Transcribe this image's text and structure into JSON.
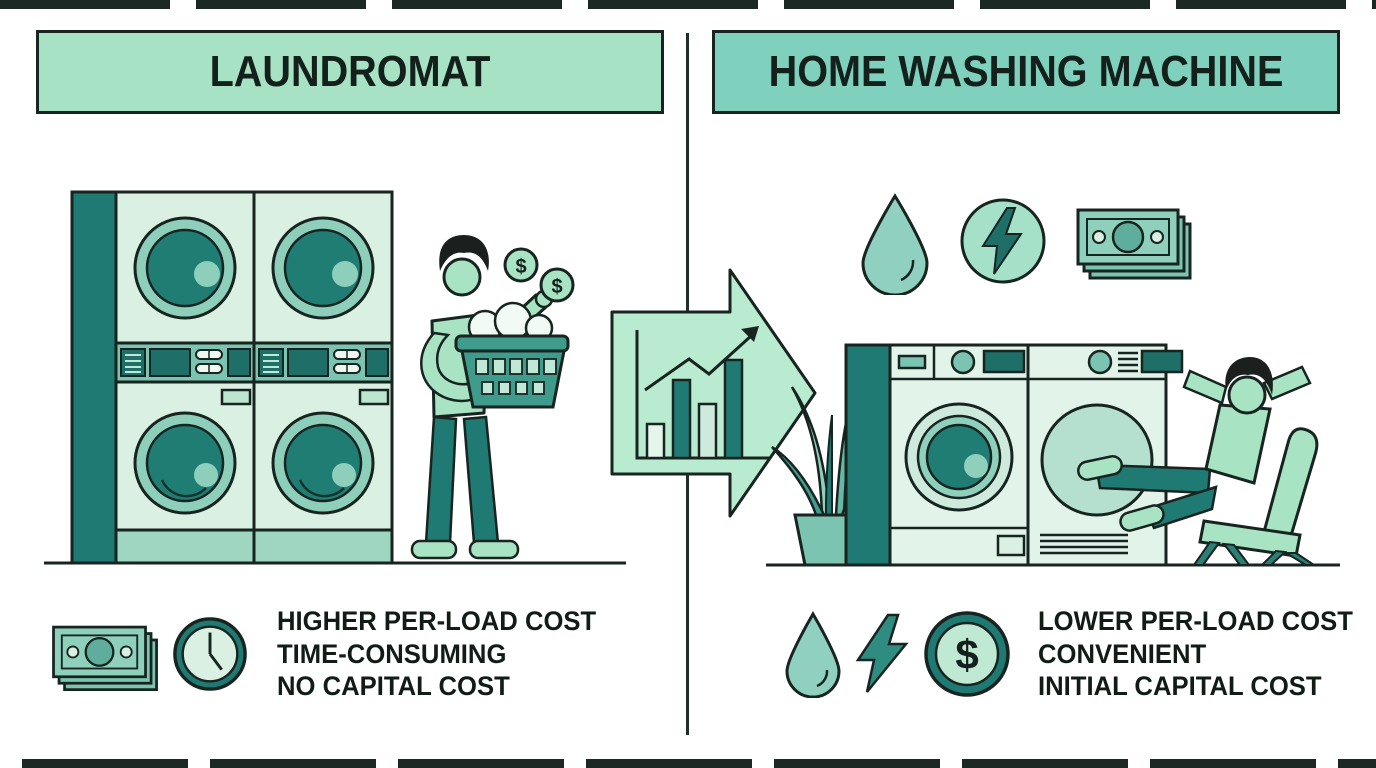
{
  "header": {
    "left_title": "LAUNDROMAT",
    "right_title": "HOME WASHING MACHINE"
  },
  "left": {
    "features": [
      "HIGHER PER-LOAD COST",
      "TIME-CONSUMING",
      "NO CAPITAL COST"
    ],
    "feature_icons": [
      "cash-stack",
      "clock"
    ],
    "illustration_icons": [
      "stacked-coin-washers",
      "person-with-laundry-basket",
      "dollar-coins"
    ]
  },
  "right": {
    "features": [
      "LOWER PER-LOAD COST",
      "CONVENIENT",
      "INITIAL CAPITAL COST"
    ],
    "feature_icons": [
      "water-drop",
      "lightning-bolt",
      "dollar-coin"
    ],
    "top_icons": [
      "water-drop",
      "lightning-bolt-circle",
      "cash-stack"
    ],
    "illustration_icons": [
      "home-washer",
      "home-dryer",
      "potted-plant",
      "person-relaxing-chair"
    ]
  },
  "center": {
    "icon": "arrow-right-growth-chart"
  },
  "coin_symbol": "$",
  "palette": {
    "outline": "#17241f",
    "dark_teal": "#1e7a72",
    "mid_teal": "#7cc4b2",
    "ring_teal": "#8ecfbc",
    "mint": "#a8e3c4",
    "pale_mint": "#d9f0e2",
    "banner_left": "#a6e2c3",
    "banner_right": "#7fd1be",
    "arrow_fill": "#b9ebd1",
    "text": "#13201b"
  }
}
